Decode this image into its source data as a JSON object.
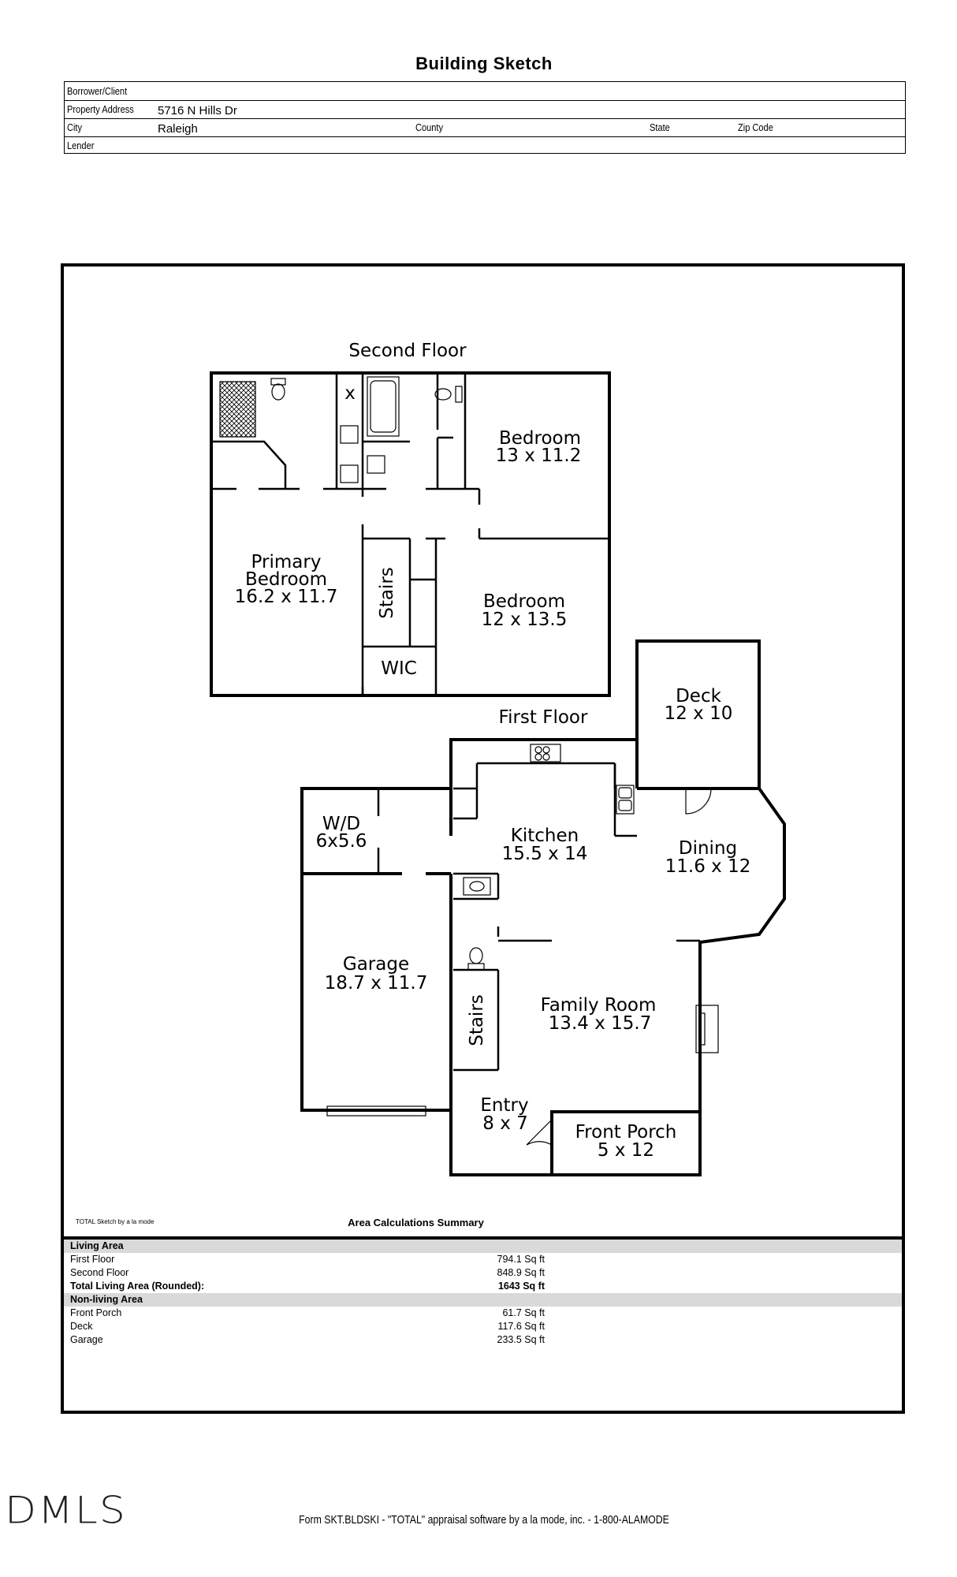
{
  "page_title": "Building Sketch",
  "header": {
    "borrower_label": "Borrower/Client",
    "borrower_value": "",
    "address_label": "Property Address",
    "address_value": "5716 N Hills Dr",
    "city_label": "City",
    "city_value": "Raleigh",
    "county_label": "County",
    "county_value": "",
    "state_label": "State",
    "state_value": "",
    "zip_label": "Zip Code",
    "zip_value": "",
    "lender_label": "Lender",
    "lender_value": ""
  },
  "plan": {
    "second_floor_title": "Second Floor",
    "first_floor_title": "First Floor",
    "rooms": {
      "bedroom1_name": "Bedroom",
      "bedroom1_size": "13 x 11.2",
      "primary_name1": "Primary",
      "primary_name2": "Bedroom",
      "primary_size": "16.2 x 11.7",
      "stairs_upper": "Stairs",
      "bedroom2_name": "Bedroom",
      "bedroom2_size": "12 x 13.5",
      "wic": "WIC",
      "deck_name": "Deck",
      "deck_size": "12 x 10",
      "wd_name": "W/D",
      "wd_size": "6x5.6",
      "kitchen_name": "Kitchen",
      "kitchen_size": "15.5 x 14",
      "dining_name": "Dining",
      "dining_size": "11.6 x 12",
      "garage_name": "Garage",
      "garage_size": "18.7 x 11.7",
      "family_name": "Family Room",
      "family_size": "13.4 x 15.7",
      "stairs_lower": "Stairs",
      "entry_name": "Entry",
      "entry_size": "8 x 7",
      "porch_name": "Front Porch",
      "porch_size": "5 x 12",
      "closet_x": "x"
    }
  },
  "summary": {
    "credit": "TOTAL Sketch by a la mode",
    "title": "Area Calculations Summary",
    "living_header": "Living Area",
    "living_rows": [
      {
        "name": "First Floor",
        "value": "794.1 Sq ft"
      },
      {
        "name": "Second Floor",
        "value": "848.9 Sq ft"
      }
    ],
    "total_name": "Total Living Area (Rounded):",
    "total_value": "1643 Sq ft",
    "nonliving_header": "Non-living Area",
    "nonliving_rows": [
      {
        "name": "Front Porch",
        "value": "61.7 Sq ft"
      },
      {
        "name": "Deck",
        "value": "117.6 Sq ft"
      },
      {
        "name": "Garage",
        "value": "233.5 Sq ft"
      }
    ]
  },
  "logo_text": "DMLS",
  "footer": "Form SKT.BLDSKI - \"TOTAL\" appraisal software by a la mode, inc. - 1-800-ALAMODE"
}
